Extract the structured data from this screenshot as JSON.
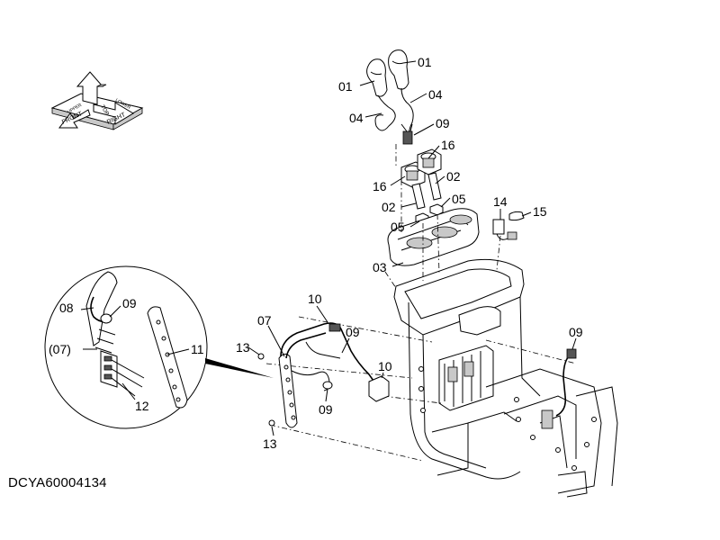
{
  "drawing_id": "DCYA60004134",
  "orientation_icon": {
    "words": [
      "FRONT",
      "RIGHT",
      "TOP",
      "UPPER",
      "LOWER"
    ]
  },
  "callouts": {
    "c01a": "01",
    "c01b": "01",
    "c04a": "04",
    "c04b": "04",
    "c09a": "09",
    "c16a": "16",
    "c16b": "16",
    "c02a": "02",
    "c02b": "02",
    "c05a": "05",
    "c05b": "05",
    "c14": "14",
    "c15": "15",
    "c03": "03",
    "c10a": "10",
    "c10b": "10",
    "c07": "07",
    "c09b": "09",
    "c09c": "09",
    "c13a": "13",
    "c13b": "13",
    "c09d": "09",
    "c08": "08",
    "c09e": "09",
    "c07p": "(07)",
    "c11": "11",
    "c12": "12"
  }
}
